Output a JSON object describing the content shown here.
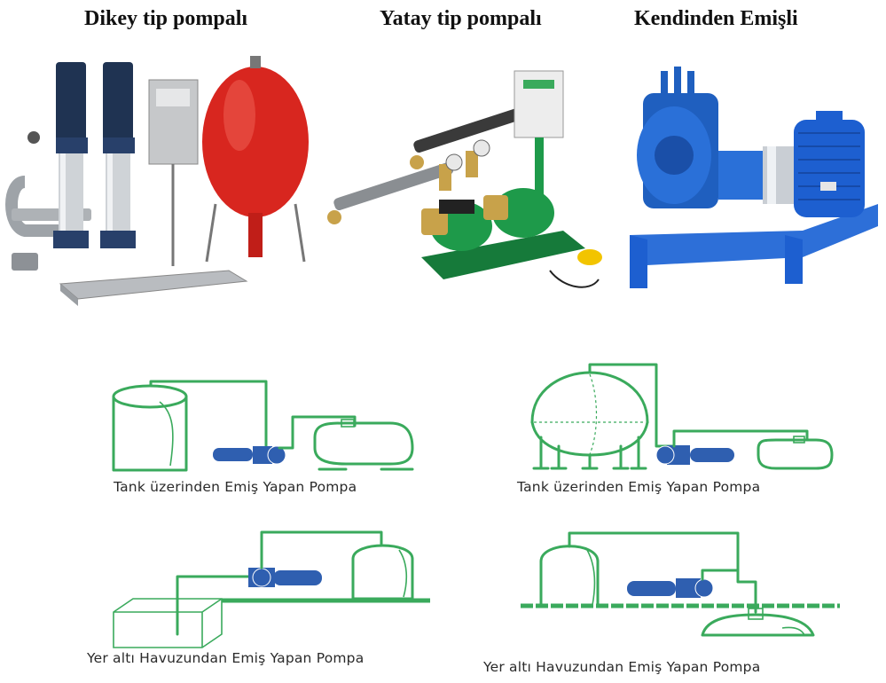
{
  "titles": {
    "vertical": "Dikey tip pompalı",
    "horizontal": "Yatay tip pompalı",
    "selfpriming": "Kendinden Emişli"
  },
  "captions": {
    "tank_top_1": "Tank üzerinden Emiş Yapan Pompa",
    "tank_top_2": "Tank üzerinden Emiş Yapan Pompa",
    "underground_1": "Yer altı Havuzundan Emiş Yapan Pompa",
    "underground_2": "Yer altı Havuzundan Emiş Yapan Pompa"
  },
  "colors": {
    "diagram_green": "#3aaa5c",
    "pump_blue": "#2f5fb0",
    "tank_red": "#d8261f",
    "pump_green": "#1e9a4a",
    "pump_royal_blue": "#1d5fd0"
  }
}
